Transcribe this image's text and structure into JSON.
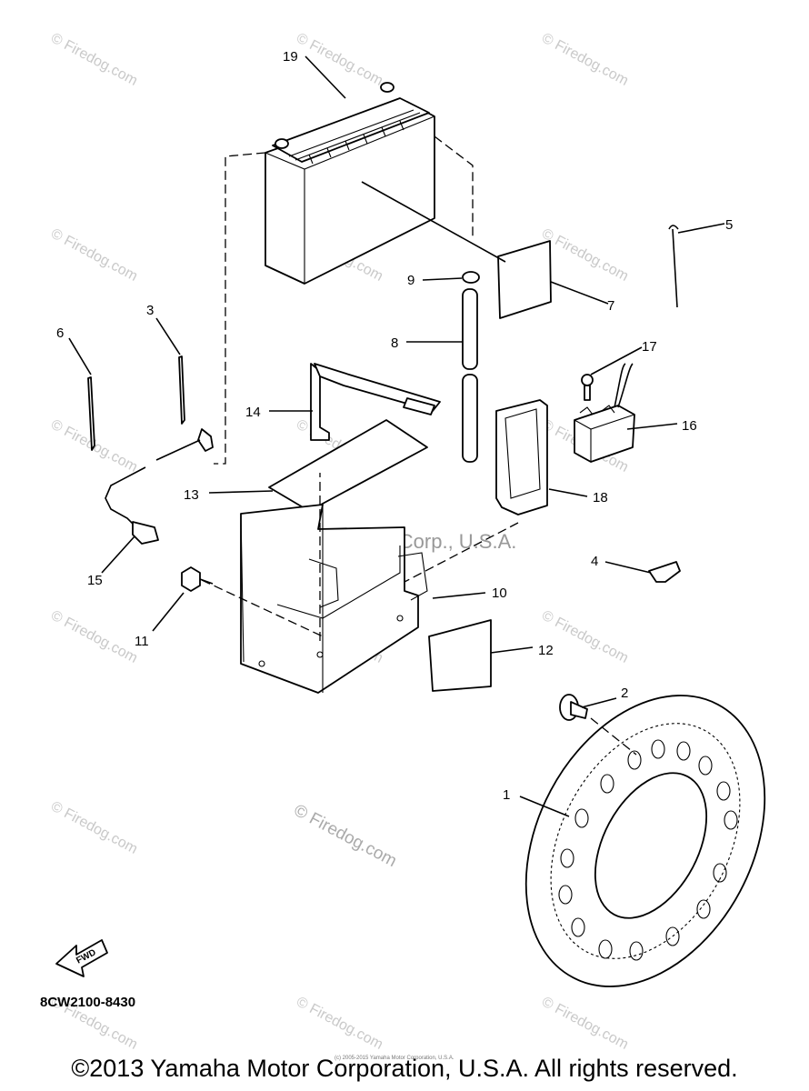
{
  "watermark": {
    "site": "Firedog.com",
    "symbol": "©",
    "center": "© Firedog.com",
    "overlay": "Yamaha Motor Corp., U.S.A."
  },
  "callouts": [
    "1",
    "2",
    "3",
    "4",
    "5",
    "6",
    "7",
    "8",
    "9",
    "10",
    "11",
    "12",
    "13",
    "14",
    "15",
    "16",
    "17",
    "18",
    "19"
  ],
  "fwd_label": "FWD",
  "diagram_code": "8CW2100-8430",
  "small_note": "(c) 2005-2015 Yamaha Motor Corporation, U.S.A.",
  "copyright": "©2013 Yamaha Motor Corporation, U.S.A. All rights reserved."
}
